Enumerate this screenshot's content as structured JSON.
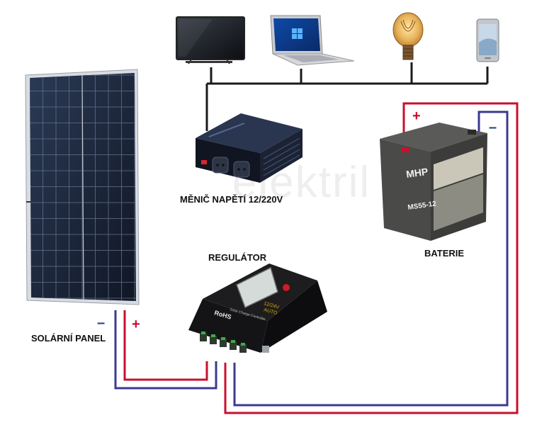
{
  "labels": {
    "inverter": "MĚNIČ NAPĚTÍ 12/220V",
    "controller": "REGULÁTOR",
    "battery": "BATERIE",
    "panel": "SOLÁRNÍ PANEL"
  },
  "polarity": {
    "plus": "+",
    "minus": "–"
  },
  "watermark": "elektril",
  "devices": {
    "battery_brand": "MHP",
    "battery_model": "MS55-12",
    "controller_brand": "RoHS",
    "controller_title": "Solar Charge Controller",
    "controller_voltage": "12/24V",
    "controller_mode": "AUTO"
  },
  "colors": {
    "positive_wire": "#c8102e",
    "negative_wire": "#3c3a8f",
    "ac_line": "#1a1a1a",
    "plus_sign": "#c8102e",
    "minus_sign": "#1f3c8a"
  },
  "icons": [
    "tv-icon",
    "laptop-icon",
    "light-bulb-icon",
    "smartphone-icon",
    "inverter-icon",
    "battery-icon",
    "charge-controller-icon",
    "solar-panel-icon"
  ]
}
